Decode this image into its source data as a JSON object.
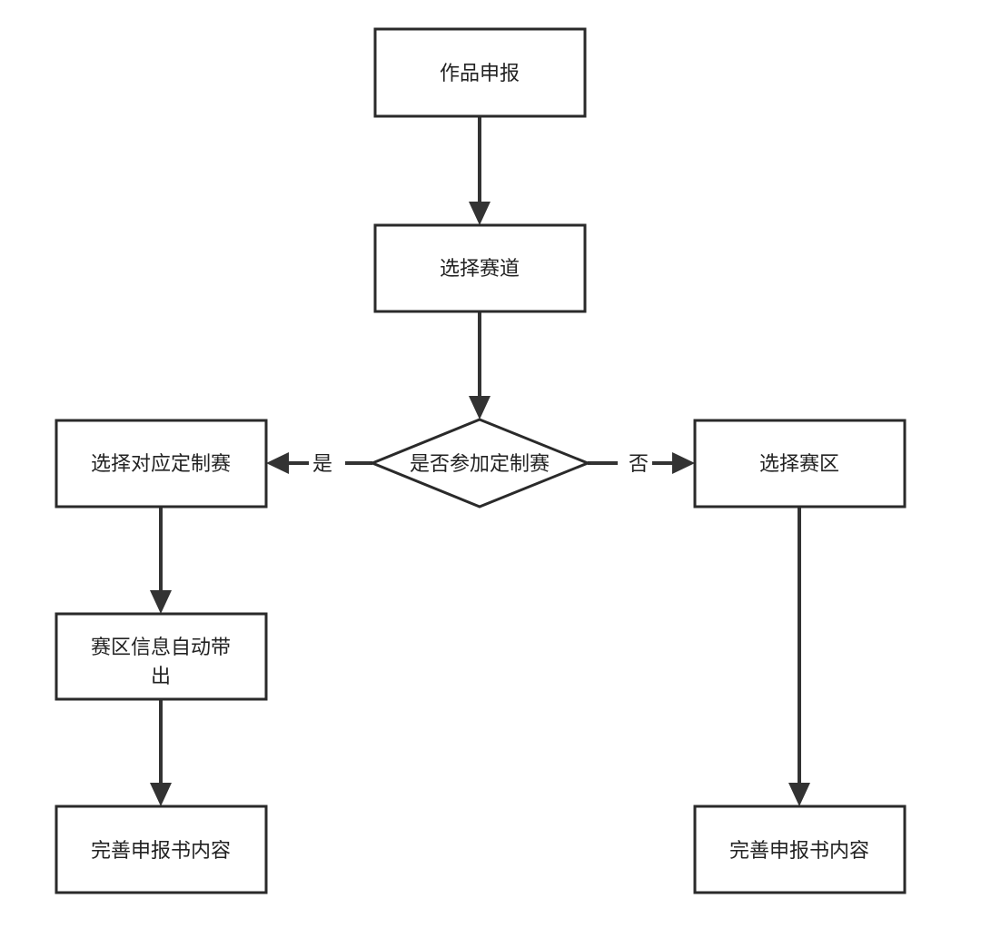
{
  "diagram": {
    "nodes": {
      "submit": {
        "label": "作品申报"
      },
      "track": {
        "label": "选择赛道"
      },
      "decision": {
        "label": "是否参加定制赛"
      },
      "custom": {
        "label": "选择对应定制赛"
      },
      "region": {
        "label": "选择赛区"
      },
      "auto_line1": "赛区信息自动带",
      "auto_line2": "出",
      "complete_left": {
        "label": "完善申报书内容"
      },
      "complete_right": {
        "label": "完善申报书内容"
      }
    },
    "edges": {
      "yes_label": "是",
      "no_label": "否"
    },
    "colors": {
      "stroke": "#2a2a2a",
      "arrow": "#333333",
      "text": "#222222",
      "background": "#ffffff"
    }
  }
}
